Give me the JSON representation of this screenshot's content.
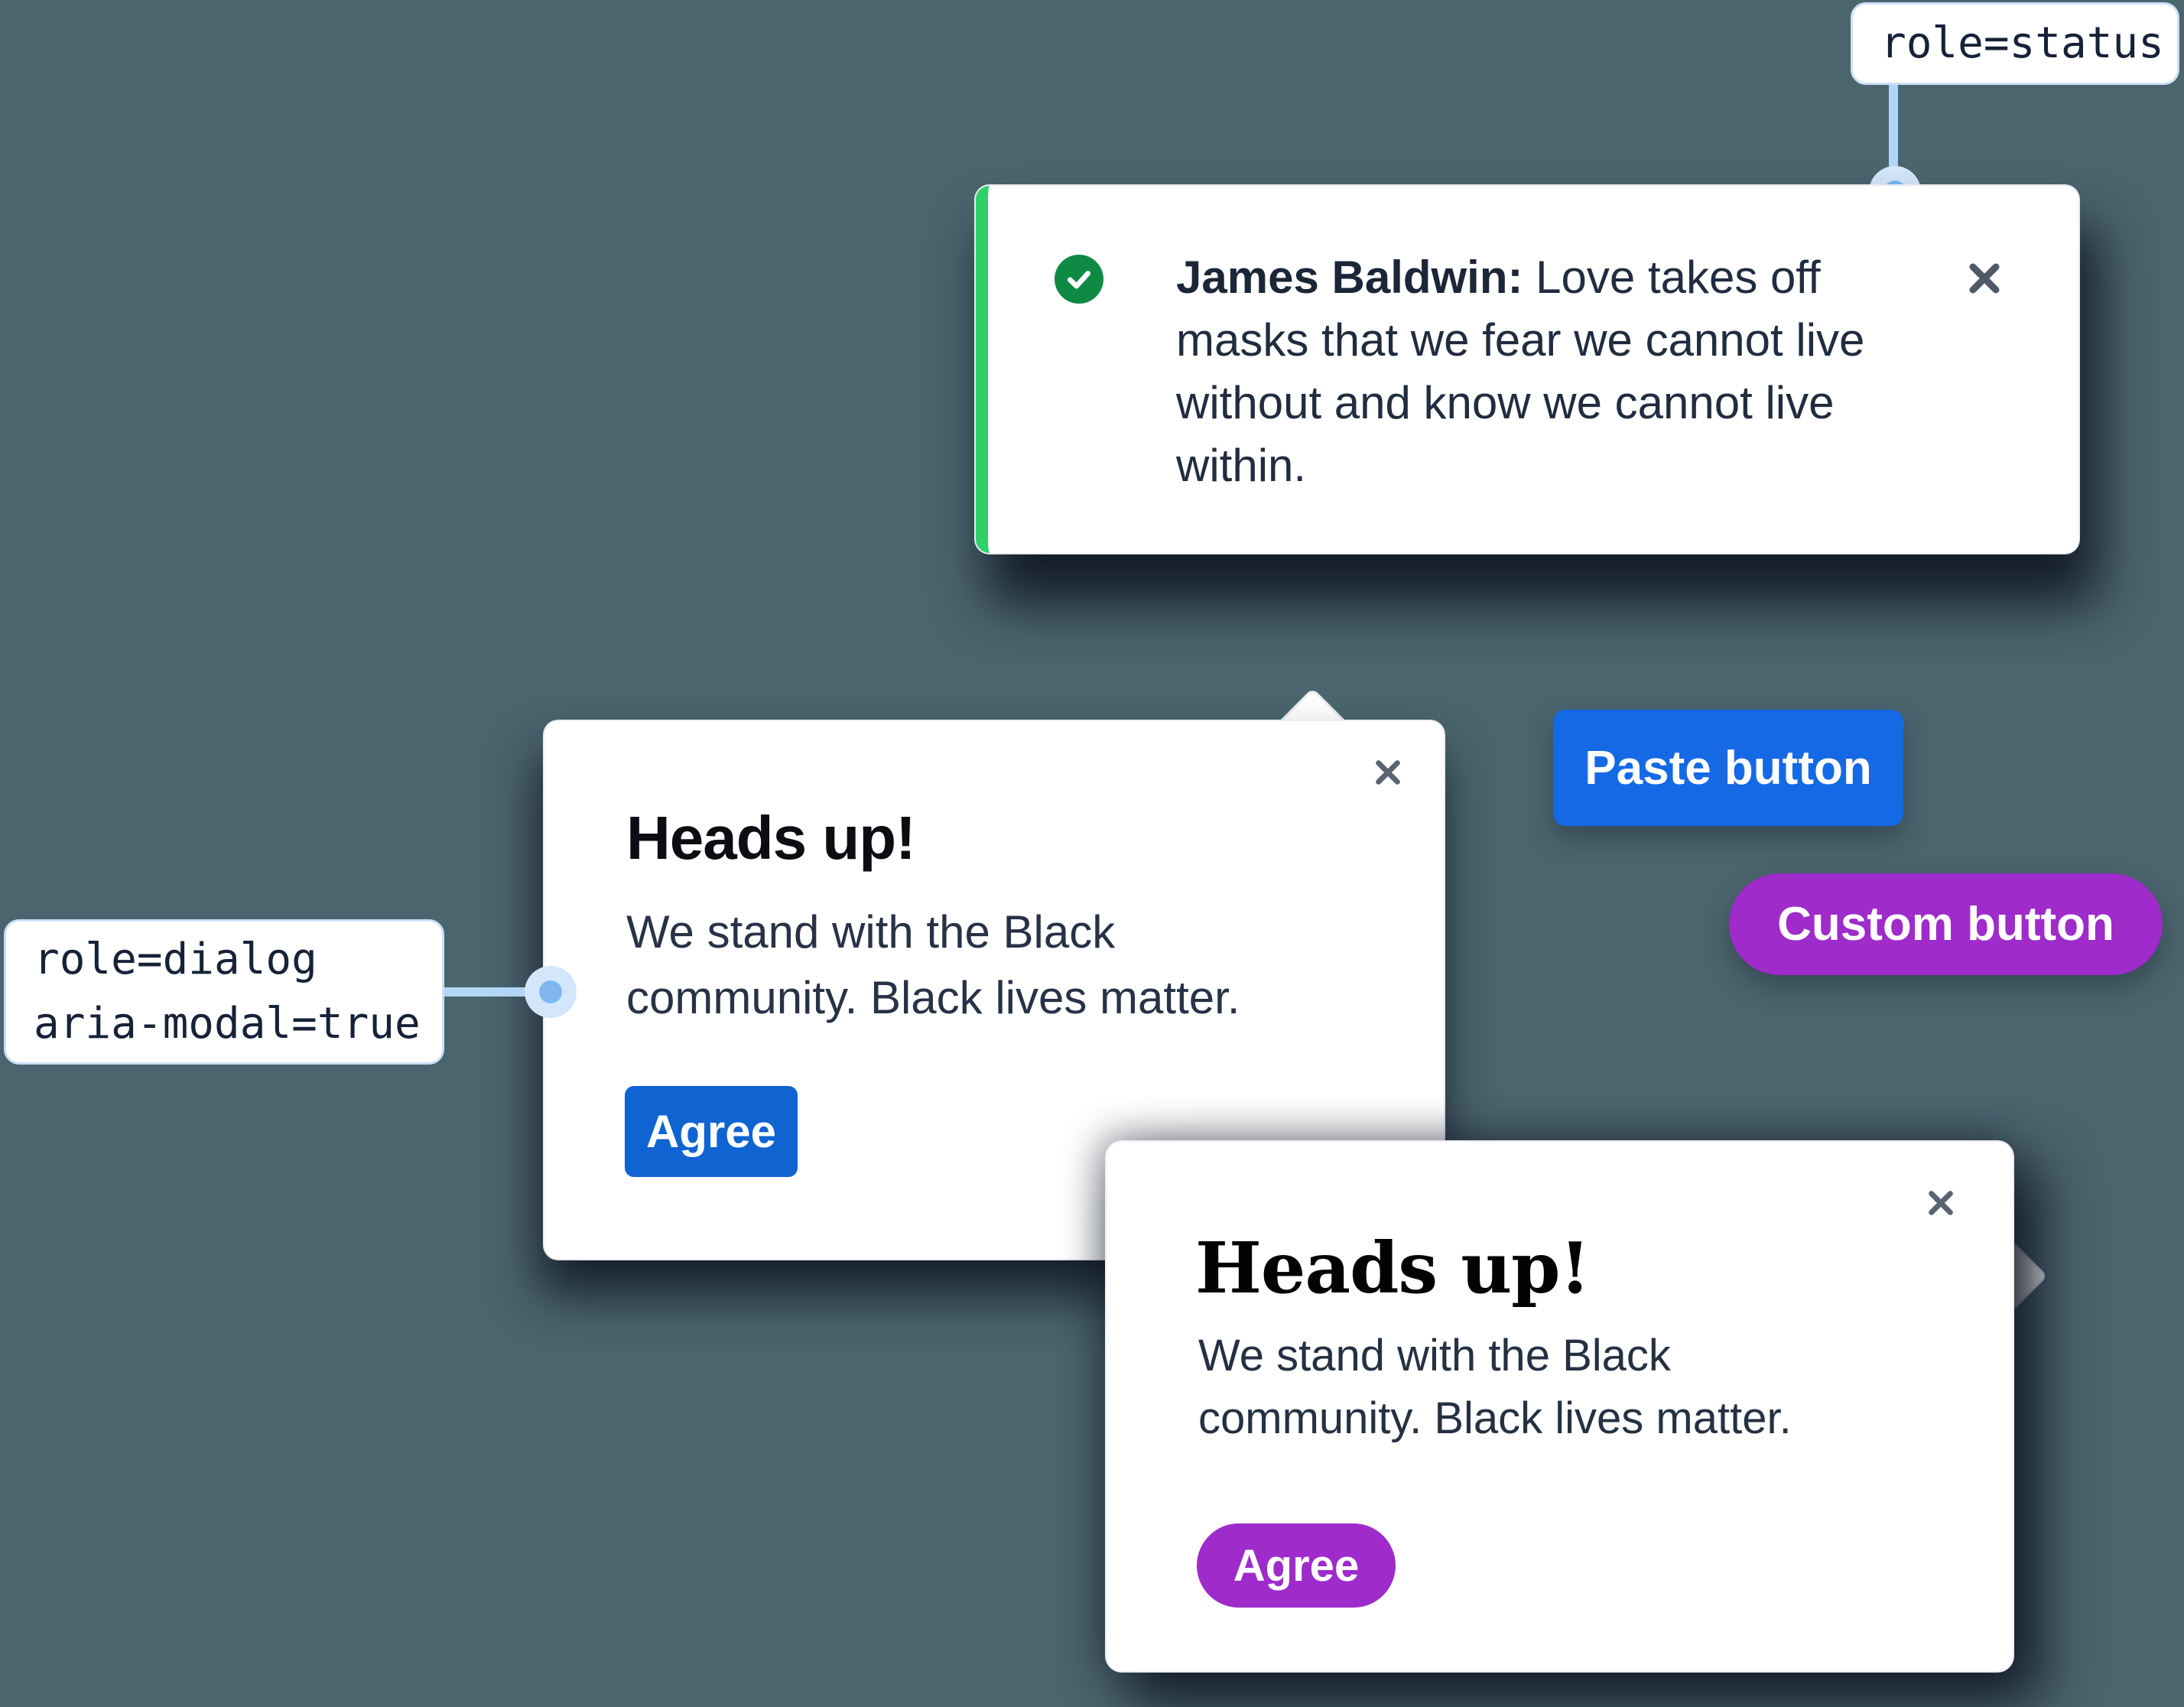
{
  "annotations": {
    "status_label": {
      "text": "role=status"
    },
    "dialog_label": {
      "line1": "role=dialog",
      "line2": "aria-modal=true"
    }
  },
  "toast": {
    "icon": "check-circle-icon",
    "author": "James Baldwin:",
    "message": " Love takes off masks that we fear we cannot live without and know we cannot live within.",
    "close_icon": "close-icon"
  },
  "dialog_modern": {
    "title": "Heads up!",
    "body": "We stand with the Black community. Black lives matter.",
    "agree_label": "Agree",
    "close_icon": "close-icon"
  },
  "dialog_classic": {
    "title": "Heads up!",
    "body": "We stand with the Black community. Black lives matter.",
    "agree_label": "Agree",
    "close_icon": "close-icon"
  },
  "buttons": {
    "paste_label": "Paste button",
    "custom_label": "Custom button"
  },
  "colors": {
    "background": "#4b656e",
    "toast_accent_green": "#2fd06a",
    "check_circle_green": "#0f8a44",
    "primary_blue": "#1669e4",
    "agree_blue": "#0f64d2",
    "brand_purple": "#9e2bca",
    "annotation_blue": "#b3d6f8",
    "text_navy": "#202c3f",
    "close_gray": "#4f5a68",
    "shadow_navy": "#101726"
  }
}
